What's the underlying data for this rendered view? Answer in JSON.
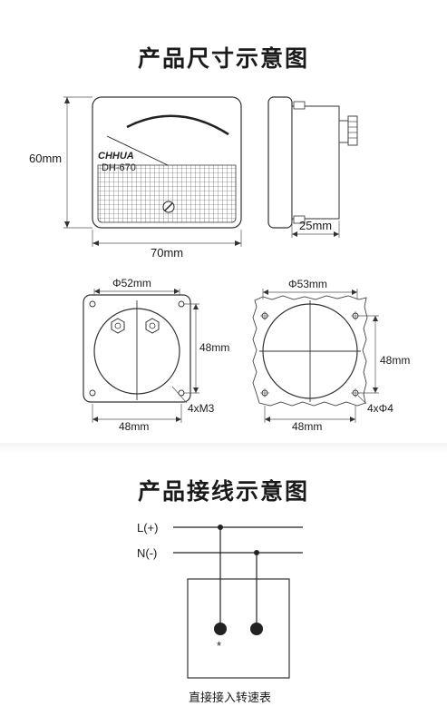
{
  "dimension_section": {
    "title": "产品尺寸示意图",
    "front_view": {
      "brand": "CHHUA",
      "model": "DH-670",
      "height_label": "60mm",
      "width_label": "70mm"
    },
    "side_view": {
      "depth_label": "25mm"
    },
    "back_view_left": {
      "diameter_label": "Φ52mm",
      "height_label": "48mm",
      "width_label": "48mm",
      "screw_label": "4xM3"
    },
    "panel_cutout": {
      "diameter_label": "Φ53mm",
      "height_label": "48mm",
      "width_label": "48mm",
      "hole_label": "4xΦ4"
    }
  },
  "wiring_section": {
    "title": "产品接线示意图",
    "line_l": "L(+)",
    "line_n": "N(-)",
    "terminal_mark": "*",
    "caption": "直接接入转速表"
  }
}
